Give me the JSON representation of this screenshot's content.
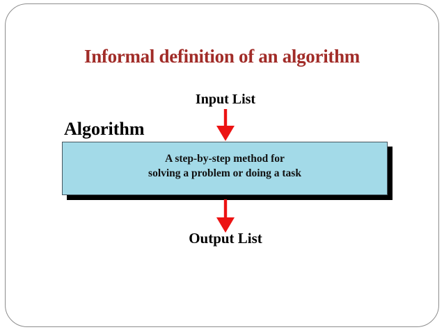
{
  "slide": {
    "title": "Informal definition of an algorithm",
    "labels": {
      "input": "Input List",
      "algorithm": "Algorithm",
      "output": "Output List"
    },
    "box": {
      "lines": [
        "A step-by-step method for",
        "solving a problem or doing a task"
      ]
    },
    "icons": {
      "input_arrow": "down-arrow",
      "output_arrow": "down-arrow"
    },
    "colors": {
      "title_text": "#a12c28",
      "body_text": "#000000",
      "arrow_red": "#ec1313",
      "box_fill": "#a3dae8",
      "box_border": "#46565f",
      "box_shadow": "#000000",
      "frame_border": "#8d8d8d",
      "background": "#ffffff"
    }
  }
}
